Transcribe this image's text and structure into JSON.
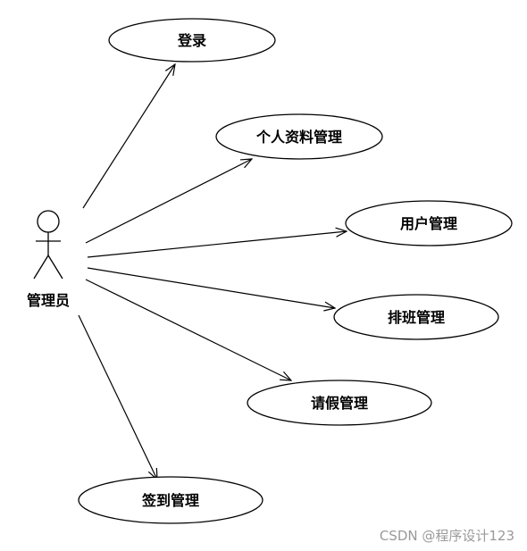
{
  "actor": {
    "label": "管理员"
  },
  "use_cases": [
    {
      "id": "login",
      "label": "登录"
    },
    {
      "id": "profile",
      "label": "个人资料管理"
    },
    {
      "id": "users",
      "label": "用户管理"
    },
    {
      "id": "schedule",
      "label": "排班管理"
    },
    {
      "id": "leave",
      "label": "请假管理"
    },
    {
      "id": "checkin",
      "label": "签到管理"
    }
  ],
  "watermark": "CSDN @程序设计123"
}
